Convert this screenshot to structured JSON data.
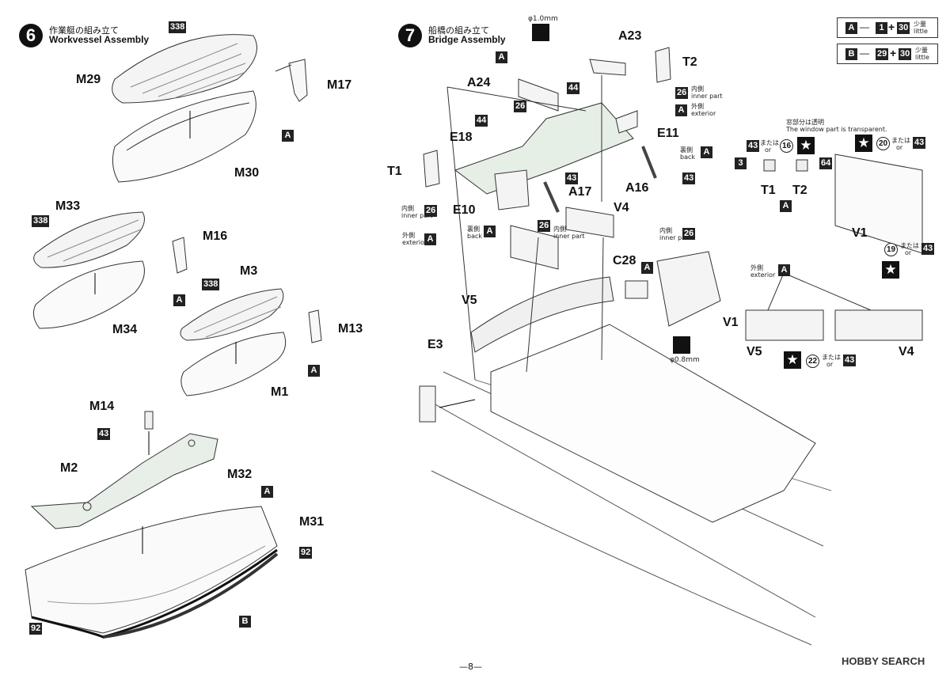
{
  "step6": {
    "number": "6",
    "title_jp": "作業艇の組み立て",
    "title_en": "Workvessel Assembly"
  },
  "step7": {
    "number": "7",
    "title_jp": "船橋の組み立て",
    "title_en": "Bridge Assembly"
  },
  "parts6": [
    "M29",
    "M17",
    "M30",
    "M33",
    "M16",
    "M34",
    "M3",
    "M13",
    "M1",
    "M14",
    "M2",
    "M32",
    "M31"
  ],
  "parts7": [
    "A23",
    "T2",
    "A24",
    "E18",
    "E11",
    "T1",
    "E10",
    "A17",
    "V4",
    "A16",
    "C28",
    "V5",
    "V1",
    "E3",
    "T1",
    "T2",
    "V1",
    "V5",
    "V4"
  ],
  "colors6": [
    "338",
    "A",
    "338",
    "A",
    "338",
    "A",
    "43",
    "A",
    "92",
    "92",
    "B"
  ],
  "colors7": [
    "A",
    "26",
    "44",
    "44",
    "26",
    "A",
    "43",
    "26",
    "A",
    "26",
    "A",
    "26",
    "A",
    "A",
    "43",
    "26",
    "A"
  ],
  "legend": {
    "a": {
      "code": "A",
      "c1": "1",
      "plus": "+",
      "c2": "30",
      "jp": "少量",
      "en": "little"
    },
    "b": {
      "code": "B",
      "c1": "29",
      "plus": "+",
      "c2": "30",
      "jp": "少量",
      "en": "little"
    }
  },
  "notes": {
    "inner_jp": "内側",
    "inner_en": "inner part",
    "exterior_jp": "外側",
    "exterior_en": "exterior",
    "back_jp": "裏側",
    "back_en": "back",
    "or_jp": "または",
    "or_en": "or",
    "window_jp": "窓部分は透明",
    "window_en": "The window part is transparent.",
    "drill1": "φ1.0mm",
    "drill2": "φ0.8mm"
  },
  "window": {
    "c43": "43",
    "c16": "16",
    "c3": "3",
    "c64": "64",
    "c20": "20",
    "c43b": "43",
    "c19": "19",
    "c43c": "43",
    "c22": "22",
    "c43d": "43",
    "cA": "A",
    "cA2": "A"
  },
  "page_number": "—8—",
  "watermark": "HOBBY SEARCH"
}
